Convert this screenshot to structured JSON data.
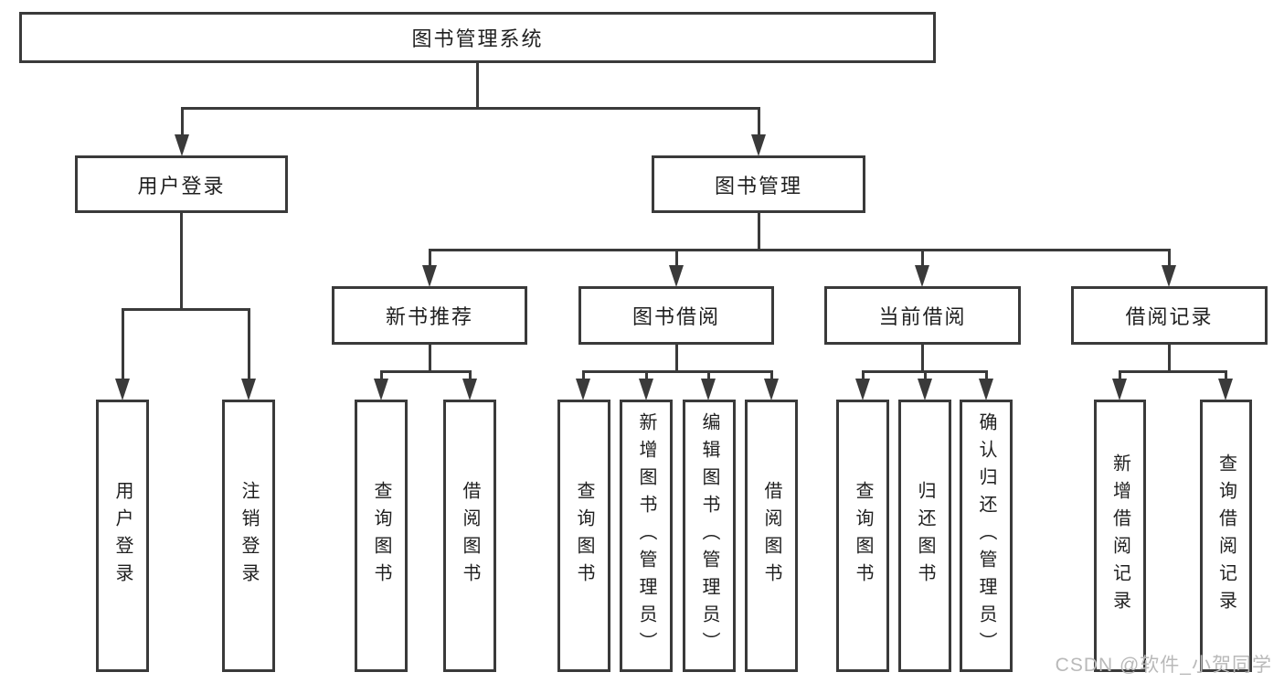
{
  "diagram": {
    "root": {
      "label": "图书管理系统"
    },
    "level2": [
      {
        "label": "用户登录"
      },
      {
        "label": "图书管理"
      }
    ],
    "level3": [
      {
        "label": "新书推荐"
      },
      {
        "label": "图书借阅"
      },
      {
        "label": "当前借阅"
      },
      {
        "label": "借阅记录"
      }
    ],
    "leaves": {
      "user_login": [
        {
          "label": "用户登录"
        },
        {
          "label": "注销登录"
        }
      ],
      "new_book": [
        {
          "label": "查询图书"
        },
        {
          "label": "借阅图书"
        }
      ],
      "book_borrow": [
        {
          "label": "查询图书"
        },
        {
          "label": "新增图书（管理员）"
        },
        {
          "label": "编辑图书（管理员）"
        },
        {
          "label": "借阅图书"
        }
      ],
      "current_borrow": [
        {
          "label": "查询图书"
        },
        {
          "label": "归还图书"
        },
        {
          "label": "确认归还（管理员）"
        }
      ],
      "borrow_records": [
        {
          "label": "新增借阅记录"
        },
        {
          "label": "查询借阅记录"
        }
      ]
    },
    "watermark": "CSDN @软件_小贺同学",
    "colors": {
      "line": "#3a3a3a",
      "text": "#1f1f1f",
      "watermark": "#b9b9b9",
      "background": "#ffffff"
    }
  }
}
